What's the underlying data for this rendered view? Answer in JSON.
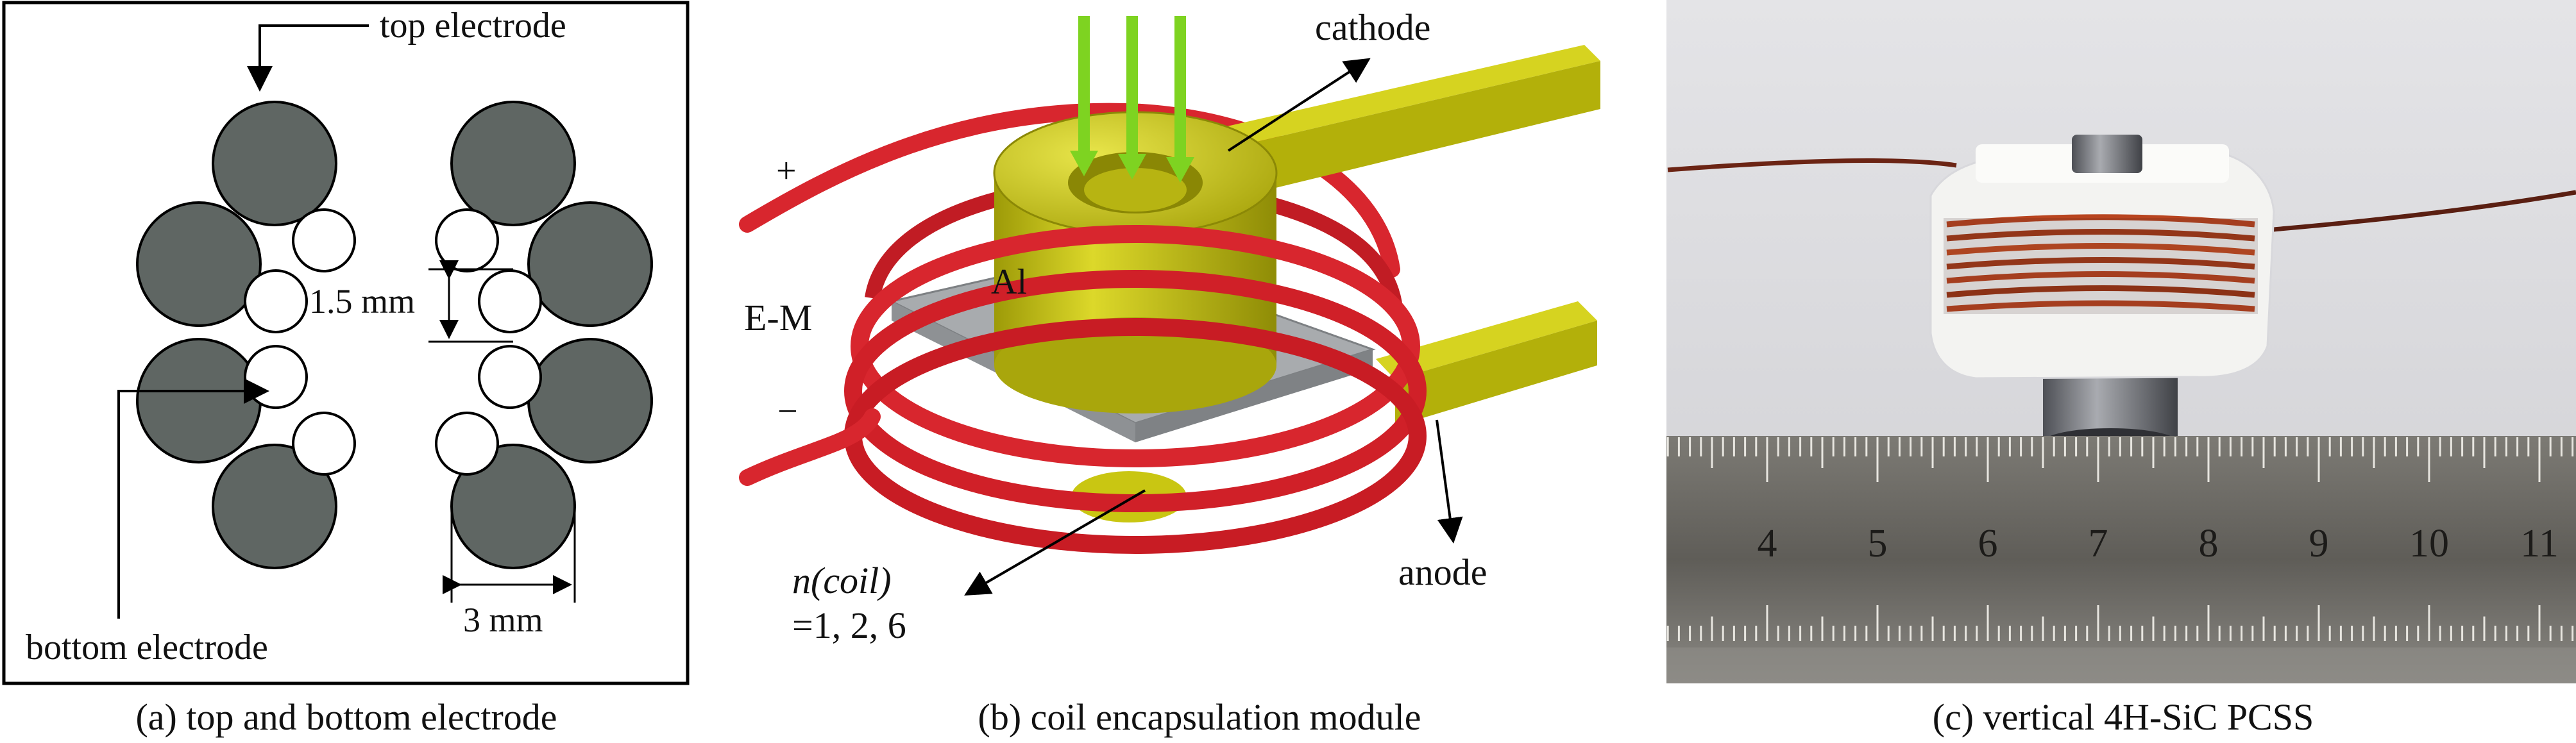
{
  "panel_a": {
    "caption": "(a) top and bottom electrode",
    "label_top": "top electrode",
    "label_bottom": "bottom electrode",
    "label_gap": "1.5 mm",
    "label_diameter": "3 mm",
    "colors": {
      "electrode": "#5f6663",
      "frame": "#000000"
    }
  },
  "panel_b": {
    "caption": "(b) coil encapsulation module",
    "label_cathode": "cathode",
    "label_anode": "anode",
    "label_plus": "+",
    "label_minus": "−",
    "label_em": "E-M",
    "label_al": "Al",
    "label_coil_line1": "n(coil)",
    "label_coil_line2": "=1, 2, 6",
    "colors": {
      "coil": "#d8262e",
      "metal": "#c9c612",
      "substrate": "#a8abae",
      "light": "#7ed321"
    }
  },
  "panel_c": {
    "caption": "(c) vertical 4H-SiC PCSS",
    "ruler_numbers": [
      "4",
      "5",
      "6",
      "7",
      "8",
      "9",
      "10",
      "11"
    ],
    "colors": {
      "ruler": "#6e6c66",
      "background": "#d9d9db",
      "coil": "#b8441f"
    }
  }
}
